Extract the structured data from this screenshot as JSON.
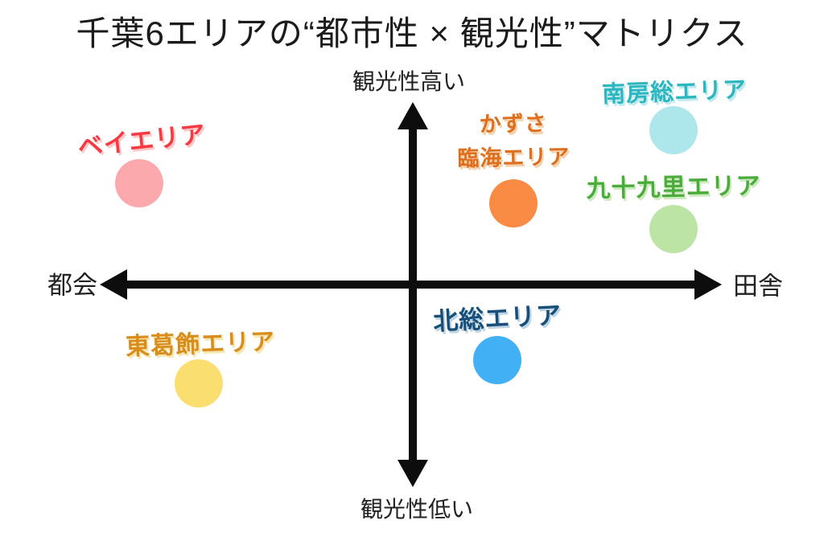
{
  "title": "千葉6エリアの“都市性 × 観光性”マトリクス",
  "axes": {
    "top": "観光性高い",
    "bottom": "観光性低い",
    "left": "都会",
    "right": "田舎",
    "color": "#0d0d0d"
  },
  "areas": [
    {
      "label": "ベイエリア",
      "label_color": "#f73a42",
      "halo_color": "#fbc9cb",
      "dot_color": "#fba9ac"
    },
    {
      "label": "かずさ臨海エリア",
      "label_lines": [
        "かずさ",
        "臨海エリア"
      ],
      "label_color": "#dd6f1e",
      "halo_color": "#f3d2ad",
      "dot_color": "#f98b45"
    },
    {
      "label": "南房総エリア",
      "label_color": "#2cb6bf",
      "halo_color": "#bfe9ec",
      "dot_color": "#aee7eb"
    },
    {
      "label": "九十九里エリア",
      "label_color": "#4aad3b",
      "halo_color": "#cdeabf",
      "dot_color": "#bce4a4"
    },
    {
      "label": "東葛飾エリア",
      "label_color": "#d88d1c",
      "halo_color": "#f7e6ae",
      "dot_color": "#fadf70"
    },
    {
      "label": "北総エリア",
      "label_color": "#174f78",
      "halo_color": "#bdd4e4",
      "dot_color": "#41b0f4"
    }
  ],
  "chart_data": {
    "type": "scatter",
    "title": "千葉6エリアの“都市性 × 観光性”マトリクス",
    "xlabel_left": "都会",
    "xlabel_right": "田舎",
    "ylabel_top": "観光性高い",
    "ylabel_bottom": "観光性低い",
    "xlim": [
      -1,
      1
    ],
    "ylim": [
      -1,
      1
    ],
    "grid": false,
    "legend": "none",
    "points": [
      {
        "name": "ベイエリア",
        "x": -0.88,
        "y": 0.53,
        "color": "#fba9ac"
      },
      {
        "name": "かずさ臨海エリア",
        "x": 0.32,
        "y": 0.42,
        "color": "#f98b45"
      },
      {
        "name": "南房総エリア",
        "x": 0.84,
        "y": 0.8,
        "color": "#aee7eb"
      },
      {
        "name": "九十九里エリア",
        "x": 0.84,
        "y": 0.29,
        "color": "#bce4a4"
      },
      {
        "name": "東葛飾エリア",
        "x": -0.69,
        "y": -0.51,
        "color": "#fadf70"
      },
      {
        "name": "北総エリア",
        "x": 0.27,
        "y": -0.39,
        "color": "#41b0f4"
      }
    ]
  }
}
